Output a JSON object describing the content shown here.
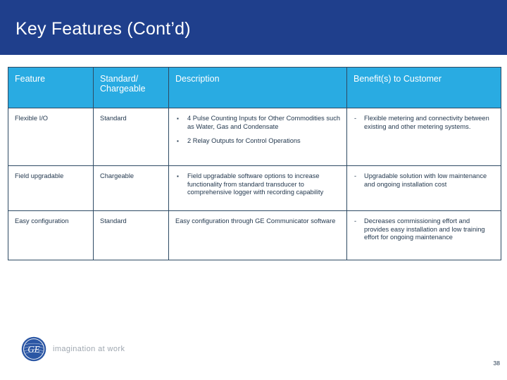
{
  "slide": {
    "title": "Key Features (Cont’d)",
    "page_number": "38",
    "accent_title_bg": "#1F3F8C",
    "accent_header_bg": "#29ABE2",
    "border_color": "#2E4A63",
    "body_text_color": "#24394F"
  },
  "table": {
    "headers": [
      "Feature",
      "Standard/ Chargeable",
      "Description",
      "Benefit(s) to Customer"
    ],
    "header_lines": {
      "col2_line1": "Standard/",
      "col2_line2": "Chargeable"
    },
    "bullet_glyph": "▪",
    "dash_glyph": "-",
    "rows": [
      {
        "feature": "Flexible I/O",
        "standard_chargeable": "Standard",
        "description_bullets": [
          "4 Pulse Counting Inputs for Other Commodities such as Water, Gas and Condensate",
          "2 Relay Outputs for Control Operations"
        ],
        "description_plain": "",
        "benefits": [
          "Flexible metering and connectivity between existing and other metering systems."
        ]
      },
      {
        "feature": "Field upgradable",
        "standard_chargeable": "Chargeable",
        "description_bullets": [
          "Field upgradable software options to increase functionality from standard transducer to comprehensive logger with recording capability"
        ],
        "description_plain": "",
        "benefits": [
          "Upgradable solution with low maintenance and ongoing installation cost"
        ]
      },
      {
        "feature": "Easy configuration",
        "standard_chargeable": "Standard",
        "description_bullets": [],
        "description_plain": "Easy configuration through GE Communicator software",
        "benefits": [
          "Decreases commissioning effort and provides easy installation and low training effort for ongoing maintenance"
        ]
      }
    ]
  },
  "footer": {
    "logo_text": "GE",
    "tagline": "imagination at work"
  }
}
